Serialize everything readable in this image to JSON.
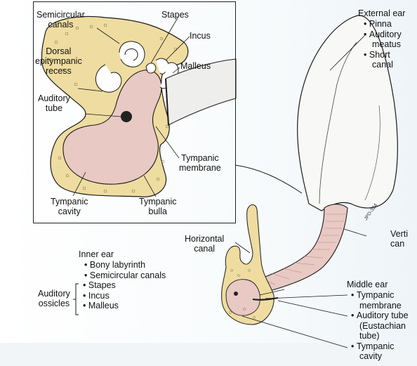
{
  "inset": {
    "semicircular_canals": "Semicircular\ncanals",
    "stapes": "Stapes",
    "incus": "Incus",
    "dorsal_recess": "Dorsal\nepitympanic\nrecess",
    "malleus": "Malleus",
    "auditory_tube": "Auditory\ntube",
    "tympanic_membrane": "Tympanic\nmembrane",
    "tympanic_cavity": "Tympanic\ncavity",
    "tympanic_bulla": "Tympanic\nbulla"
  },
  "external_ear": {
    "title": "External ear",
    "items": [
      "Pinna",
      "Auditory",
      "Short"
    ],
    "item_continuations": [
      "",
      "meatus",
      "canal"
    ]
  },
  "horizontal_canal": "Horizontal\ncanal",
  "vertical_canal": "Verti\ncan",
  "inner_ear": {
    "title": "Inner ear",
    "items": [
      "Bony labyrinth",
      "Semicircular canals"
    ]
  },
  "ossicles": {
    "group_label": "Auditory\nossicles",
    "items": [
      "Stapes",
      "Incus",
      "Malleus"
    ]
  },
  "middle_ear": {
    "title": "Middle ear",
    "items": [
      "Tympanic",
      "Auditory tube",
      "Tympanic"
    ],
    "item_continuations": [
      "membrane",
      "(Eustachian\ntube)",
      "cavity"
    ]
  },
  "signature": "JPD-324",
  "colors": {
    "tissue": "#e8c9c3",
    "bone": "#efdca0",
    "outline": "#1a1a1a"
  }
}
